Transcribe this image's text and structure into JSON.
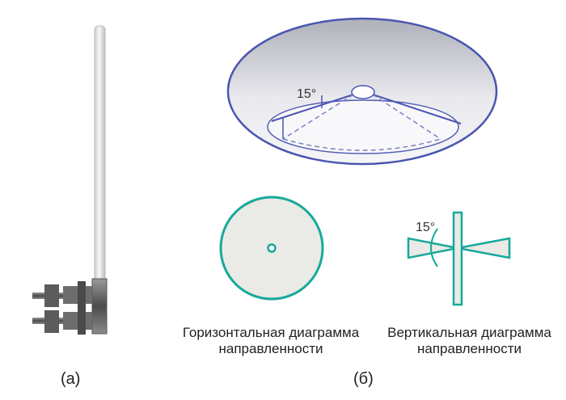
{
  "labels": {
    "part_a": "(а)",
    "part_b": "(б)",
    "angle_top": "15°",
    "angle_right": "15°",
    "horizontal_line1": "Горизонтальная диаграмма",
    "horizontal_line2": "направленности",
    "vertical_line1": "Вертикальная диаграмма",
    "vertical_line2": "направленности"
  },
  "colors": {
    "teal": "#17a99b",
    "disc_fill": "#eaeae6",
    "bowl_outline": "#4a55b0",
    "bowl_fill": "#c9cad2",
    "antenna": "#e6e6e6"
  }
}
